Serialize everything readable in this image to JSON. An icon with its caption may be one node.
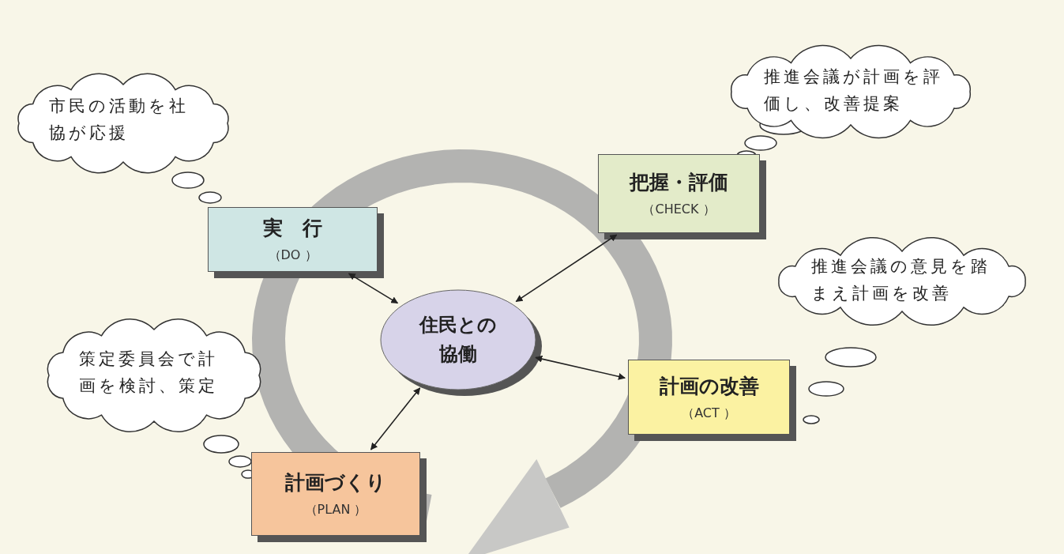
{
  "diagram": {
    "nodes": [
      {
        "text": [
          "市民の活動を社協が応援"
        ]
      },
      {
        "text": [
          "実　行",
          "（DO ）"
        ]
      },
      {
        "text": [
          "推進会議が計画を評価し、改善提案"
        ]
      },
      {
        "text": [
          "把握・評価",
          "（CHECK ）"
        ]
      },
      {
        "text": [
          "推進会議の意見を踏まえ計画を改善"
        ]
      },
      {
        "text": [
          "住民との協働"
        ]
      },
      {
        "text": [
          "策定委員会で計画を検討、策定"
        ]
      },
      {
        "text": [
          "計画の改善",
          "（ACT ）"
        ]
      },
      {
        "text": [
          "計画づくり",
          "（PLAN ）"
        ]
      }
    ],
    "edges": [
      {
        "from": 1,
        "to": 5,
        "arrow": "both"
      },
      {
        "from": 3,
        "to": 5,
        "arrow": "both"
      },
      {
        "from": 5,
        "to": 7,
        "arrow": "both"
      },
      {
        "from": 5,
        "to": 8,
        "arrow": "both"
      }
    ]
  }
}
